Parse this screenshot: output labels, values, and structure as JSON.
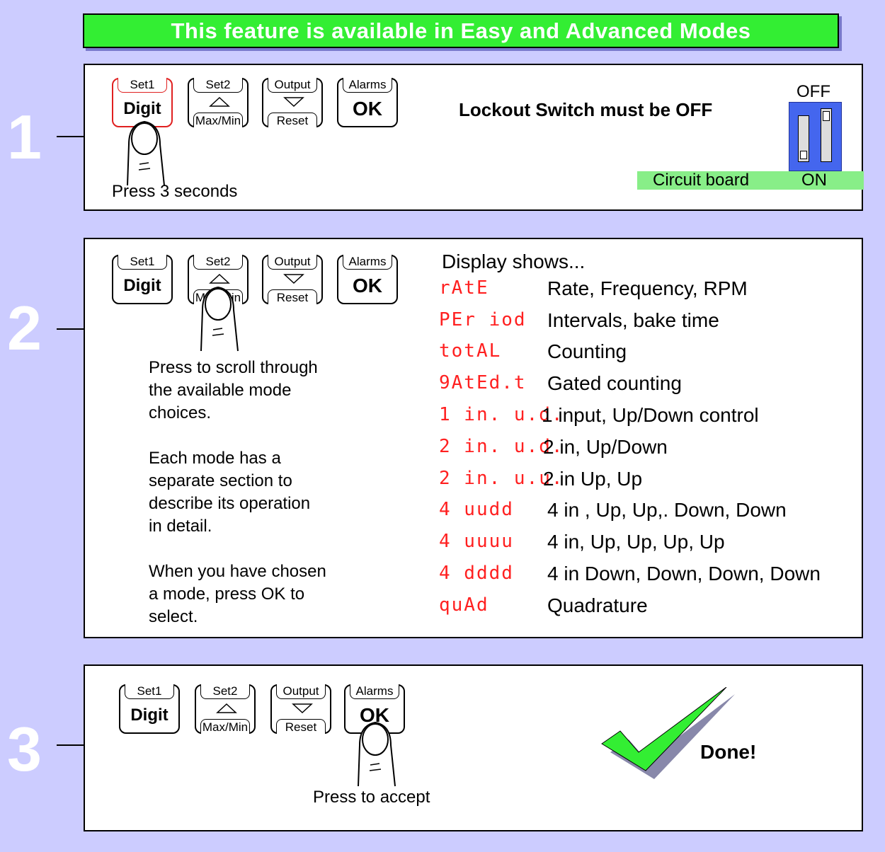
{
  "banner": "This feature is available in Easy and Advanced Modes",
  "keys": {
    "set1": "Set1",
    "digit": "Digit",
    "set2": "Set2",
    "maxmin": "Max/Min",
    "output": "Output",
    "reset": "Reset",
    "alarms": "Alarms",
    "ok": "OK"
  },
  "step1": {
    "number": "1",
    "press_caption": "Press 3 seconds",
    "lockout_text": "Lockout Switch must be OFF",
    "off_label": "OFF",
    "circuit_label": "Circuit board",
    "on_label": "ON"
  },
  "step2": {
    "number": "2",
    "heading": "Display shows...",
    "instructions": [
      "Press to scroll through",
      "the available mode",
      "choices.",
      "Each mode has a",
      "separate section to",
      "describe its operation",
      "in detail.",
      "When you have chosen",
      "a mode, press OK to",
      "select."
    ],
    "modes": [
      {
        "code": "rAtE",
        "desc": "Rate, Frequency, RPM"
      },
      {
        "code": "PEr iod",
        "desc": "Intervals,  bake time"
      },
      {
        "code": "totAL",
        "desc": "Counting"
      },
      {
        "code": "9AtEd.t",
        "desc": "Gated counting"
      },
      {
        "code": "1 in. u.d.",
        "desc": "1 input, Up/Down control"
      },
      {
        "code": "2 in. u.d.",
        "desc": "2  in, Up/Down"
      },
      {
        "code": "2 in. u.u.",
        "desc": "2  in  Up, Up"
      },
      {
        "code": "4 uudd",
        "desc": "4 in , Up, Up,. Down, Down"
      },
      {
        "code": "4 uuuu",
        "desc": "4 in, Up, Up, Up, Up"
      },
      {
        "code": "4 dddd",
        "desc": "4 in Down, Down, Down, Down"
      },
      {
        "code": "quAd",
        "desc": "Quadrature"
      }
    ]
  },
  "step3": {
    "number": "3",
    "press_caption": "Press to accept",
    "done_text": "Done!"
  }
}
